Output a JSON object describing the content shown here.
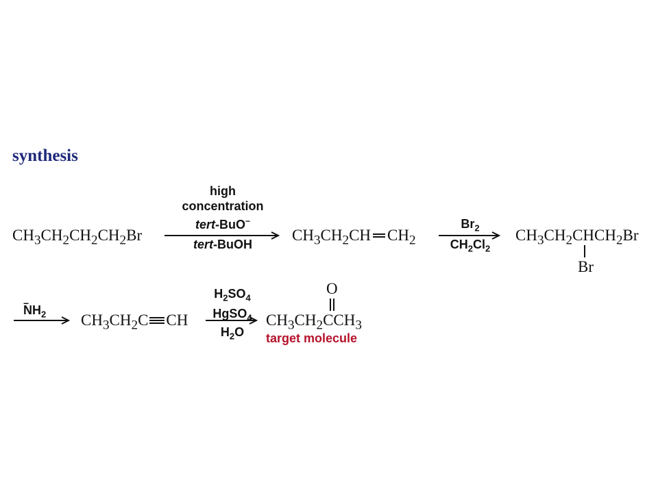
{
  "heading": "synthesis",
  "colors": {
    "heading": "#1f2a7a",
    "target": "#b5122a",
    "text": "#111111"
  },
  "step1": {
    "reactant": [
      "CH",
      "3",
      "CH",
      "2",
      "CH",
      "2",
      "CH",
      "2",
      "Br"
    ],
    "conditions_above": [
      "high",
      "concentration",
      "tert",
      "-BuO",
      "−"
    ],
    "conditions_below": [
      "tert",
      "-BuOH"
    ],
    "product": [
      "CH",
      "3",
      "CH",
      "2",
      "CH",
      "CH",
      "2"
    ]
  },
  "step2": {
    "reagent_above": [
      "Br",
      "2"
    ],
    "reagent_below": [
      "CH",
      "2",
      "Cl",
      "2"
    ],
    "product": [
      "CH",
      "3",
      "CH",
      "2",
      "CHCH",
      "2",
      "Br"
    ],
    "substituent": "Br"
  },
  "step3": {
    "reagent": [
      "−",
      "NH",
      "2"
    ],
    "product": [
      "CH",
      "3",
      "CH",
      "2",
      "C",
      "CH"
    ]
  },
  "step4": {
    "reagents_above": [
      "H",
      "2",
      "SO",
      "4",
      "HgSO",
      "4"
    ],
    "reagent_below": [
      "H",
      "2",
      "O"
    ],
    "product": [
      "CH",
      "3",
      "CH",
      "2",
      "CCH",
      "3"
    ],
    "carbonyl_oxygen": "O",
    "label": "target molecule"
  }
}
